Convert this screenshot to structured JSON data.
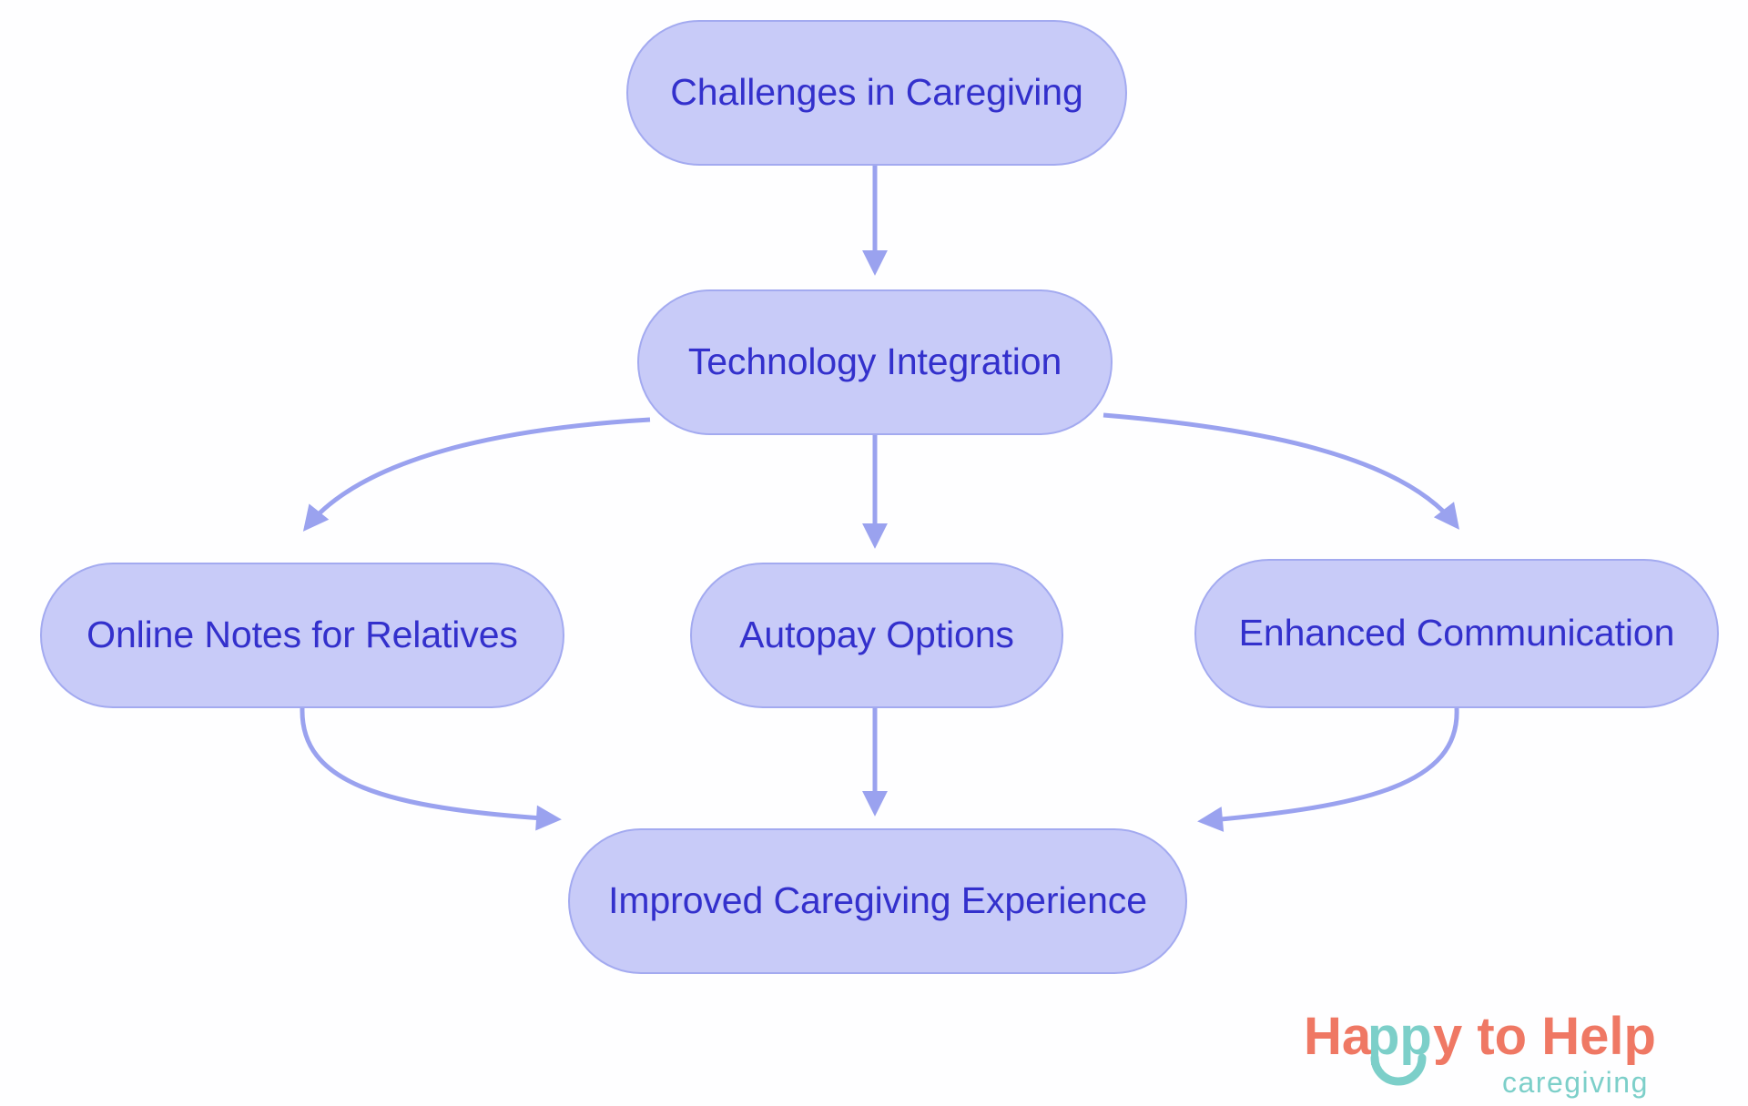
{
  "diagram": {
    "title": "Challenges in Caregiving flowchart",
    "background_color": "#fefeff",
    "node_fill": "#c8cbf8",
    "node_stroke": "#a3aaf0",
    "node_text_color": "#3330cc",
    "edge_color": "#9aa2ef",
    "nodes": [
      {
        "id": "challenges",
        "label": "Challenges in Caregiving"
      },
      {
        "id": "technology",
        "label": "Technology Integration"
      },
      {
        "id": "notes",
        "label": "Online Notes for Relatives"
      },
      {
        "id": "autopay",
        "label": "Autopay Options"
      },
      {
        "id": "enhanced",
        "label": "Enhanced Communication"
      },
      {
        "id": "improved",
        "label": "Improved Caregiving Experience"
      }
    ],
    "edges": [
      {
        "from": "challenges",
        "to": "technology"
      },
      {
        "from": "technology",
        "to": "notes"
      },
      {
        "from": "technology",
        "to": "autopay"
      },
      {
        "from": "technology",
        "to": "enhanced"
      },
      {
        "from": "notes",
        "to": "improved"
      },
      {
        "from": "autopay",
        "to": "improved"
      },
      {
        "from": "enhanced",
        "to": "improved"
      }
    ]
  },
  "logo": {
    "line1_part1": "Ha",
    "line1_part2": "pp",
    "line1_part3": "y to Help",
    "line2": "caregiving",
    "primary_color": "#ef7864",
    "secondary_color": "#7ccfc9"
  }
}
